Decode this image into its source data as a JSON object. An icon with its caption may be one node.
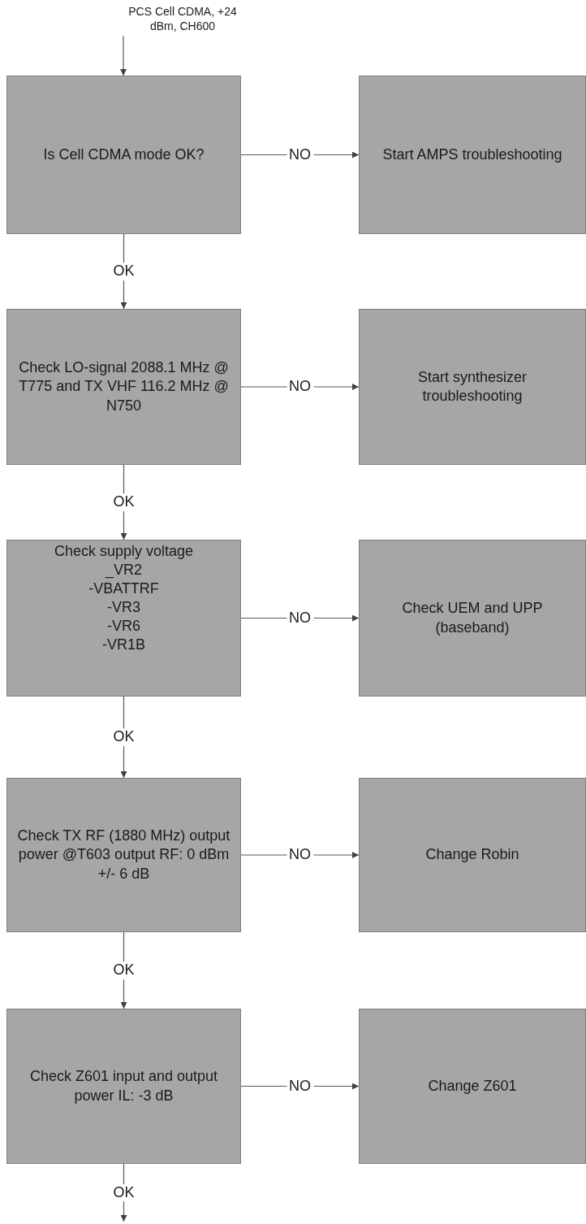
{
  "diagram": {
    "nodes": [
      {
        "text": [
          "PCS Cell CDMA, +24 dBm, CH600"
        ]
      },
      {
        "text": [
          "Is Cell CDMA mode OK?"
        ]
      },
      {
        "text": [
          "Start AMPS troubleshooting"
        ]
      },
      {
        "text": [
          "Check LO-signal 2088.1 MHz @ T775 and TX VHF 116.2 MHz @ N750"
        ]
      },
      {
        "text": [
          "Start synthesizer troubleshooting"
        ]
      },
      {
        "text": [
          "Check supply voltage",
          "_VR2",
          "-VBATTRF",
          "-VR3",
          "-VR6",
          "-VR1B"
        ]
      },
      {
        "text": [
          "Check UEM and UPP (baseband)"
        ]
      },
      {
        "text": [
          "Check TX RF (1880 MHz) output power @T603 output RF: 0 dBm +/- 6 dB"
        ]
      },
      {
        "text": [
          "Change Robin"
        ]
      },
      {
        "text": [
          "Check Z601 input and output power IL: -3 dB"
        ]
      },
      {
        "text": [
          "Change Z601"
        ]
      }
    ],
    "edges": [
      {
        "from": 0,
        "to": 1,
        "arrow": "to"
      },
      {
        "from": 1,
        "to": 2,
        "arrow": "to",
        "label": "NO"
      },
      {
        "from": 1,
        "to": 3,
        "arrow": "to",
        "label": "OK"
      },
      {
        "from": 3,
        "to": 4,
        "arrow": "to",
        "label": "NO"
      },
      {
        "from": 3,
        "to": 5,
        "arrow": "to",
        "label": "OK"
      },
      {
        "from": 5,
        "to": 6,
        "arrow": "to",
        "label": "NO"
      },
      {
        "from": 5,
        "to": 7,
        "arrow": "to",
        "label": "OK"
      },
      {
        "from": 7,
        "to": 8,
        "arrow": "to",
        "label": "NO"
      },
      {
        "from": 7,
        "to": 9,
        "arrow": "to",
        "label": "OK"
      },
      {
        "from": 9,
        "to": 10,
        "arrow": "to",
        "label": "NO"
      },
      {
        "from": 9,
        "to": null,
        "arrow": "to",
        "label": "OK"
      }
    ]
  }
}
